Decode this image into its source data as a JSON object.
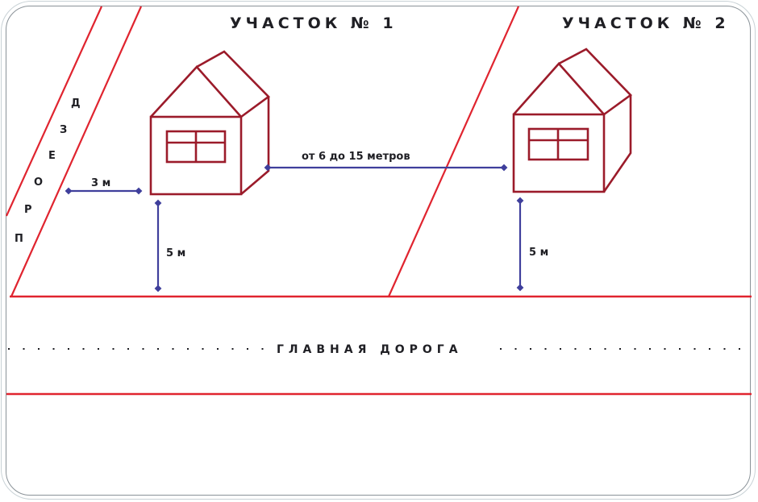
{
  "diagram": {
    "plot1_title": "УЧАСТОК № 1",
    "plot2_title": "УЧАСТОК № 2",
    "side_road_letters": [
      "П",
      "Р",
      "О",
      "Е",
      "З",
      "Д"
    ],
    "side_road_label": "ПРОЕЗД",
    "main_road_label": "ГЛАВНАЯ ДОРОГА",
    "main_road_dots_left": "· · · · · · · · · · · · · · · ·",
    "main_road_dots_right": "· · · · · · · · · · · · · · · · · ·",
    "dimensions": {
      "house1_to_side_road": "3 м",
      "house1_to_main_road": "5 м",
      "between_houses": "от 6 до 15 метров",
      "house2_to_main_road": "5 м"
    }
  },
  "colors": {
    "boundary_line": "#e0242f",
    "house_outline": "#9b1b2a",
    "dimension_arrow": "#3f3f9c",
    "text": "#1f1f24",
    "frame_outer": "#c9d2d6",
    "frame_inner": "#8a9298"
  }
}
